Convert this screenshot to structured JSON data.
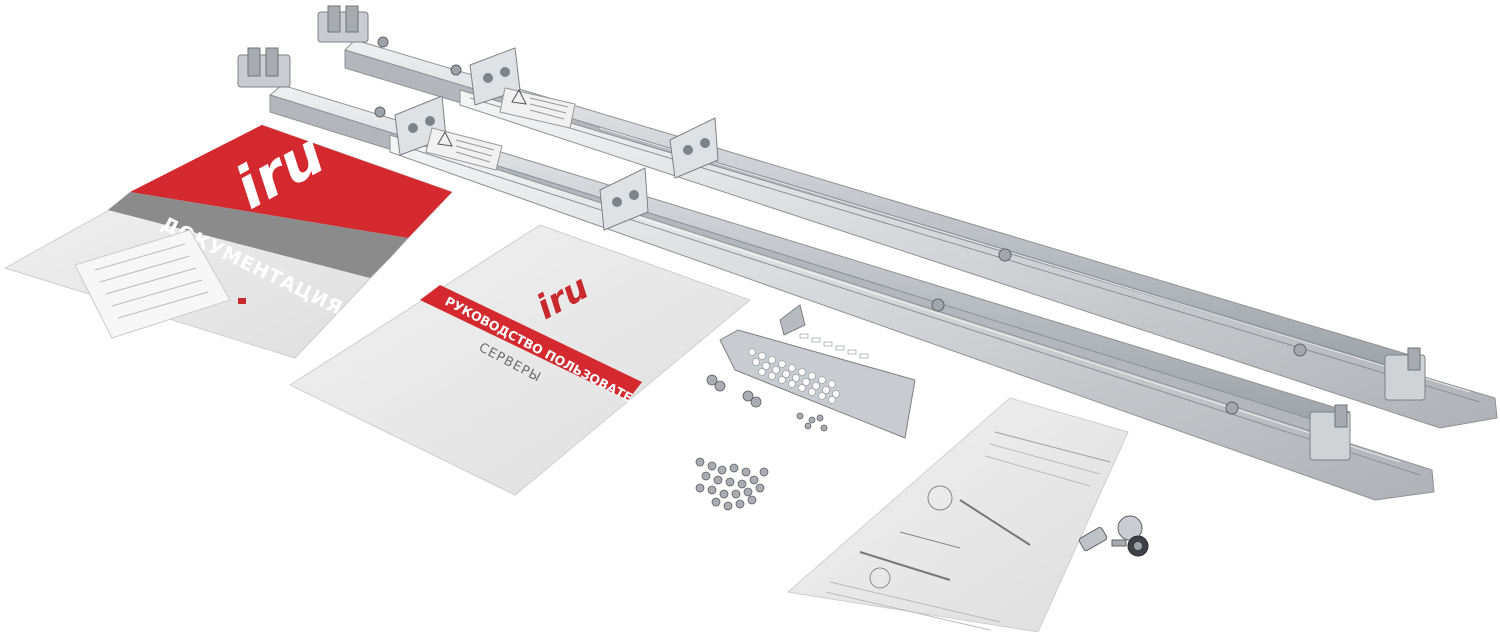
{
  "product": {
    "brand_logo": "iru",
    "documentation_band": "ДОКУМЕНТАЦИЯ",
    "manual_band": "РУКОВОДСТВО ПОЛЬЗОВАТЕЛЯ",
    "manual_subtitle": "СЕРВЕРЫ"
  },
  "colors": {
    "brand_red": "#d42a2f",
    "band_gray": "#8b8b8b",
    "rail_metal": "#c9ccd0",
    "paper": "#eeeeee"
  },
  "icons": [
    "rail-icon",
    "bracket-icon",
    "screw-icon",
    "thumbscrew-icon",
    "warning-icon"
  ]
}
